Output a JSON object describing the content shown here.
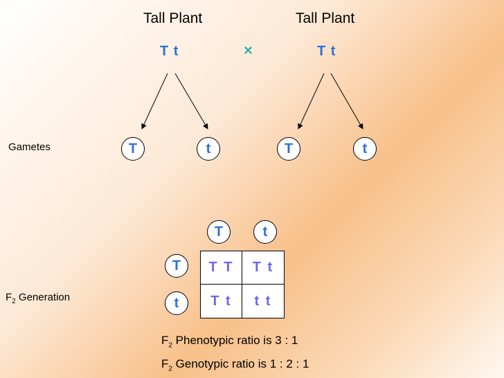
{
  "parents": [
    {
      "title": "Tall Plant",
      "genotype": "T t"
    },
    {
      "title": "Tall Plant",
      "genotype": "T t"
    }
  ],
  "cross_symbol": "×",
  "gametes_label": "Gametes",
  "gametes": [
    "T",
    "t",
    "T",
    "t"
  ],
  "f2_label": {
    "prefix": "F",
    "sub": "2",
    "text": " Generation"
  },
  "punnett": {
    "top": [
      "T",
      "t"
    ],
    "left": [
      "T",
      "t"
    ],
    "cells": [
      [
        "T T",
        "T t"
      ],
      [
        "T t",
        "t t"
      ]
    ]
  },
  "ratios": [
    {
      "prefix": "F",
      "sub": "2",
      "text": " Phenotypic ratio is 3 : 1"
    },
    {
      "prefix": "F",
      "sub": "2",
      "text": " Genotypic ratio is 1 : 2 : 1"
    }
  ],
  "colors": {
    "allele": "#2f6fd8",
    "cell_text": "#6a6ae6",
    "cross": "#2bb3b3"
  }
}
